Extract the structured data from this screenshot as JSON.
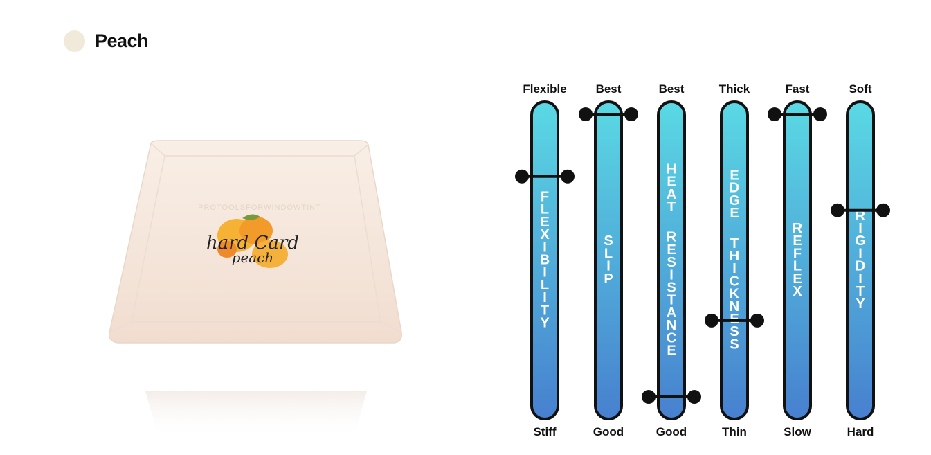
{
  "header": {
    "title": "Peach",
    "swatch_color": "#f1eadb"
  },
  "product": {
    "brand_text": "PROTOOLSFORWINDOWTINT",
    "name_line1": "hard Card",
    "name_line2": "peach",
    "card_color": "#f6e7dc",
    "logo_icon": "peach-fruit-icon"
  },
  "meters": {
    "gradient_top": "#5ad9e4",
    "gradient_bottom": "#4780cf",
    "items": [
      {
        "top_label": "Flexible",
        "bottom_label": "Stiff",
        "name": "FLEXIBILITY",
        "value": 0.78
      },
      {
        "top_label": "Best",
        "bottom_label": "Good",
        "name": "SLIP",
        "value": 1.0
      },
      {
        "top_label": "Best",
        "bottom_label": "Good",
        "name": "HEAT RESISTANCE",
        "value": 0.0
      },
      {
        "top_label": "Thick",
        "bottom_label": "Thin",
        "name": "EDGE THICKNESS",
        "value": 0.27
      },
      {
        "top_label": "Fast",
        "bottom_label": "Slow",
        "name": "REFLEX",
        "value": 1.0
      },
      {
        "top_label": "Soft",
        "bottom_label": "Hard",
        "name": "RIGIDITY",
        "value": 0.66
      }
    ]
  }
}
